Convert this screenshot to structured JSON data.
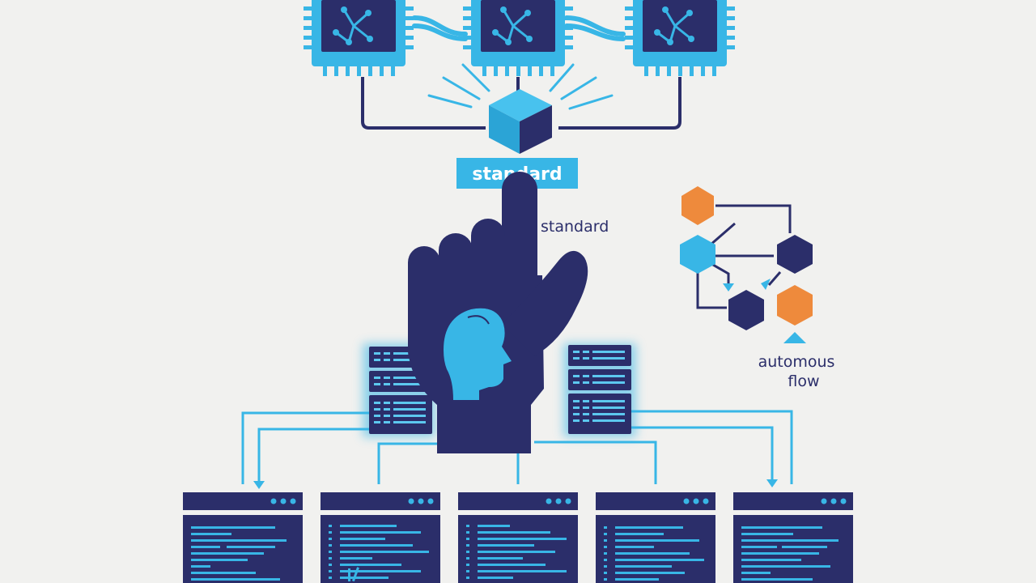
{
  "labels": {
    "badge": "standard",
    "side": "standard",
    "flow_line1": "automous",
    "flow_line2": "flow"
  },
  "colors": {
    "background": "#f1f1ef",
    "navy": "#2b2e6a",
    "cyan": "#38b6e6",
    "orange": "#ee8a3c"
  },
  "icons": [
    "chip-icon",
    "cube-icon",
    "hand-icon",
    "head-icon",
    "server-icon",
    "hexagon-icon",
    "window-icon"
  ]
}
